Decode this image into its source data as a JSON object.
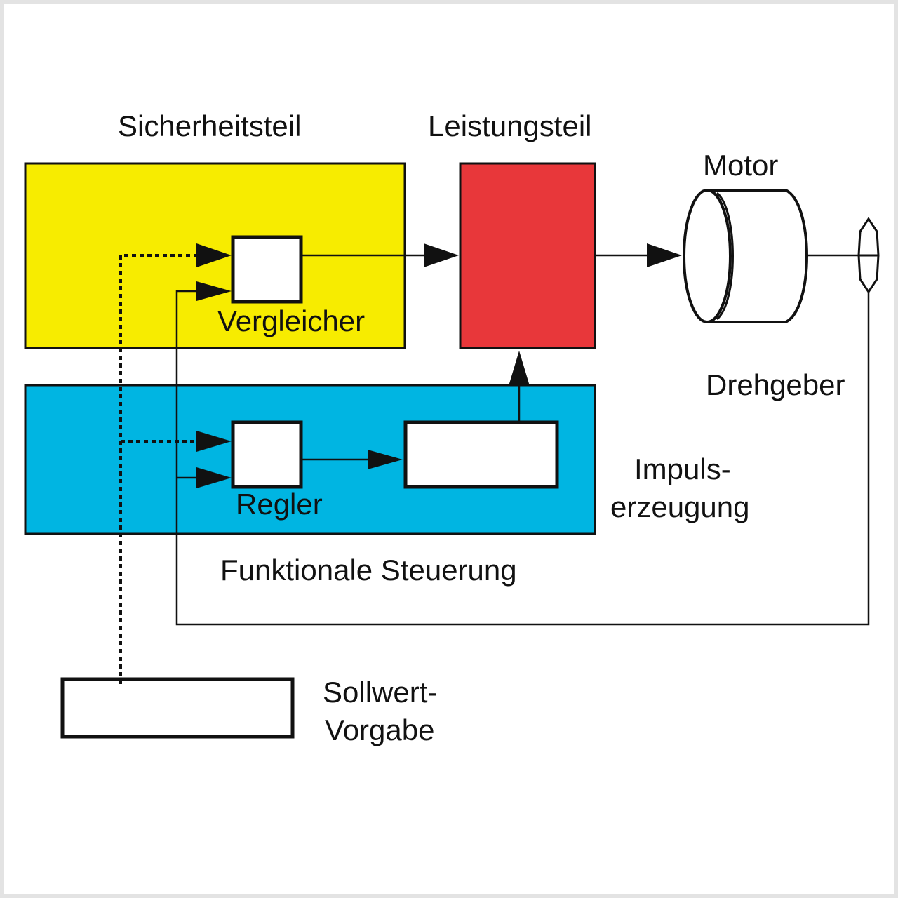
{
  "labels": {
    "sicherheitsteil": "Sicherheitsteil",
    "leistungsteil": "Leistungsteil",
    "motor": "Motor",
    "vergleicher": "Vergleicher",
    "drehgeber": "Drehgeber",
    "impuls_line1": "Impuls-",
    "impuls_line2": "erzeugung",
    "regler": "Regler",
    "funktionale_steuerung": "Funktionale Steuerung",
    "sollwert_line1": "Sollwert-",
    "sollwert_line2": "Vorgabe"
  },
  "colors": {
    "safety_block": "#f7ec00",
    "power_block": "#e8373a",
    "function_block": "#00b5e2",
    "line": "#111111",
    "frame": "#e3e3e3"
  }
}
